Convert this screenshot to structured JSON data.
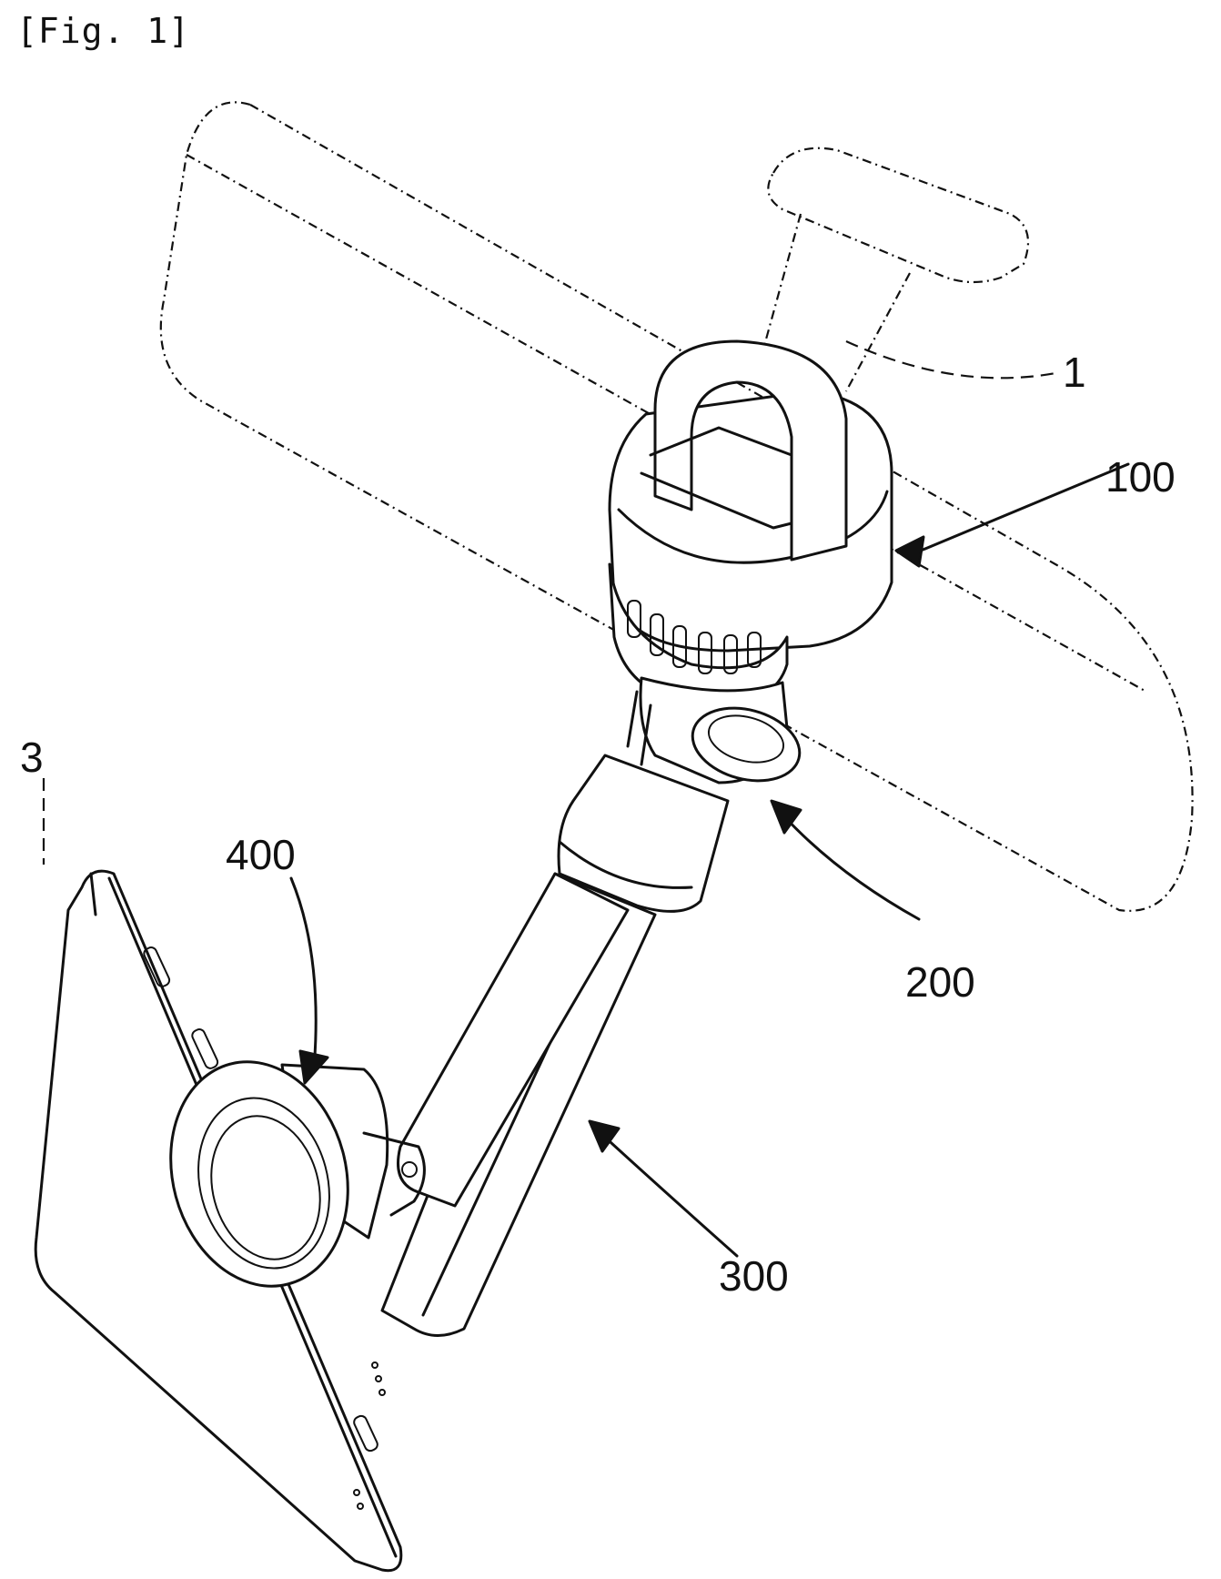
{
  "figure": {
    "caption": "[Fig. 1]"
  },
  "labels": {
    "mirror": "1",
    "mount": "100",
    "joint": "200",
    "arm": "300",
    "holder": "400",
    "phone": "3"
  }
}
